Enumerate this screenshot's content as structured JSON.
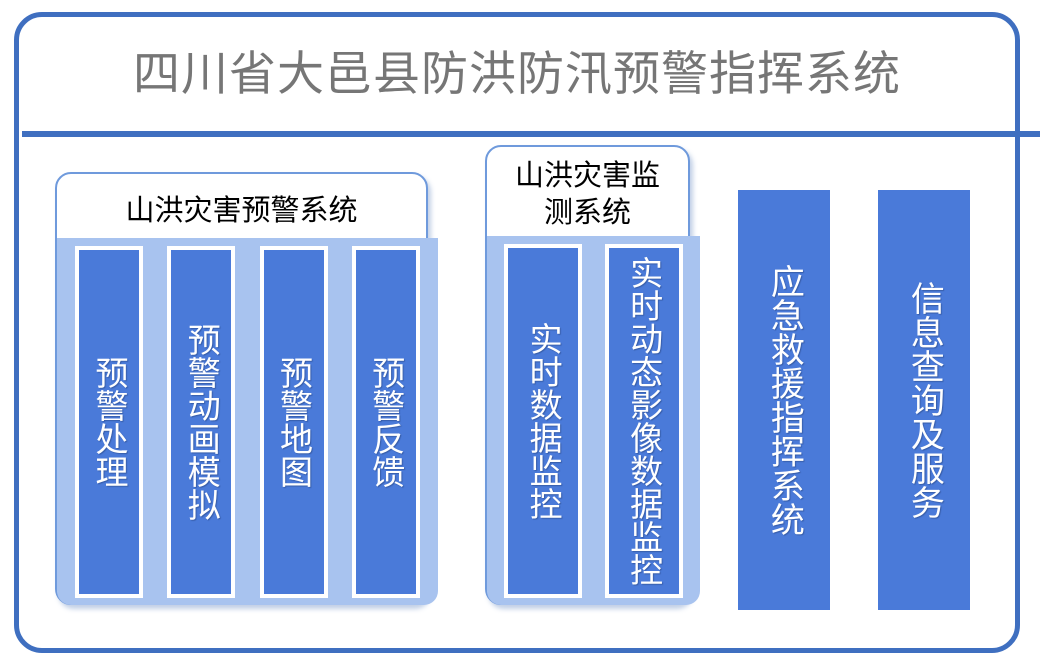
{
  "page": {
    "title": "四川省大邑县防洪防汛预警指挥系统",
    "frame_color": "#3f6fc0",
    "title_color": "#767676",
    "bar_color": "#4a7ad9",
    "panel_fill_color": "#a8c3ef"
  },
  "groups": [
    {
      "id": "warning-system",
      "header": "山洪灾害预警系统",
      "columns": [
        {
          "label": "预警处理"
        },
        {
          "label": "预警动画模拟"
        },
        {
          "label": "预警地图"
        },
        {
          "label": "预警反馈"
        }
      ]
    },
    {
      "id": "monitor-system",
      "header": "山洪灾害监测系统",
      "columns": [
        {
          "label": "实时数据监控"
        },
        {
          "label": "实时动态影像数据监控"
        }
      ]
    }
  ],
  "standalone_bars": [
    {
      "id": "emergency-command",
      "label": "应急救援指挥系统"
    },
    {
      "id": "info-service",
      "label": "信息查询及服务"
    }
  ]
}
